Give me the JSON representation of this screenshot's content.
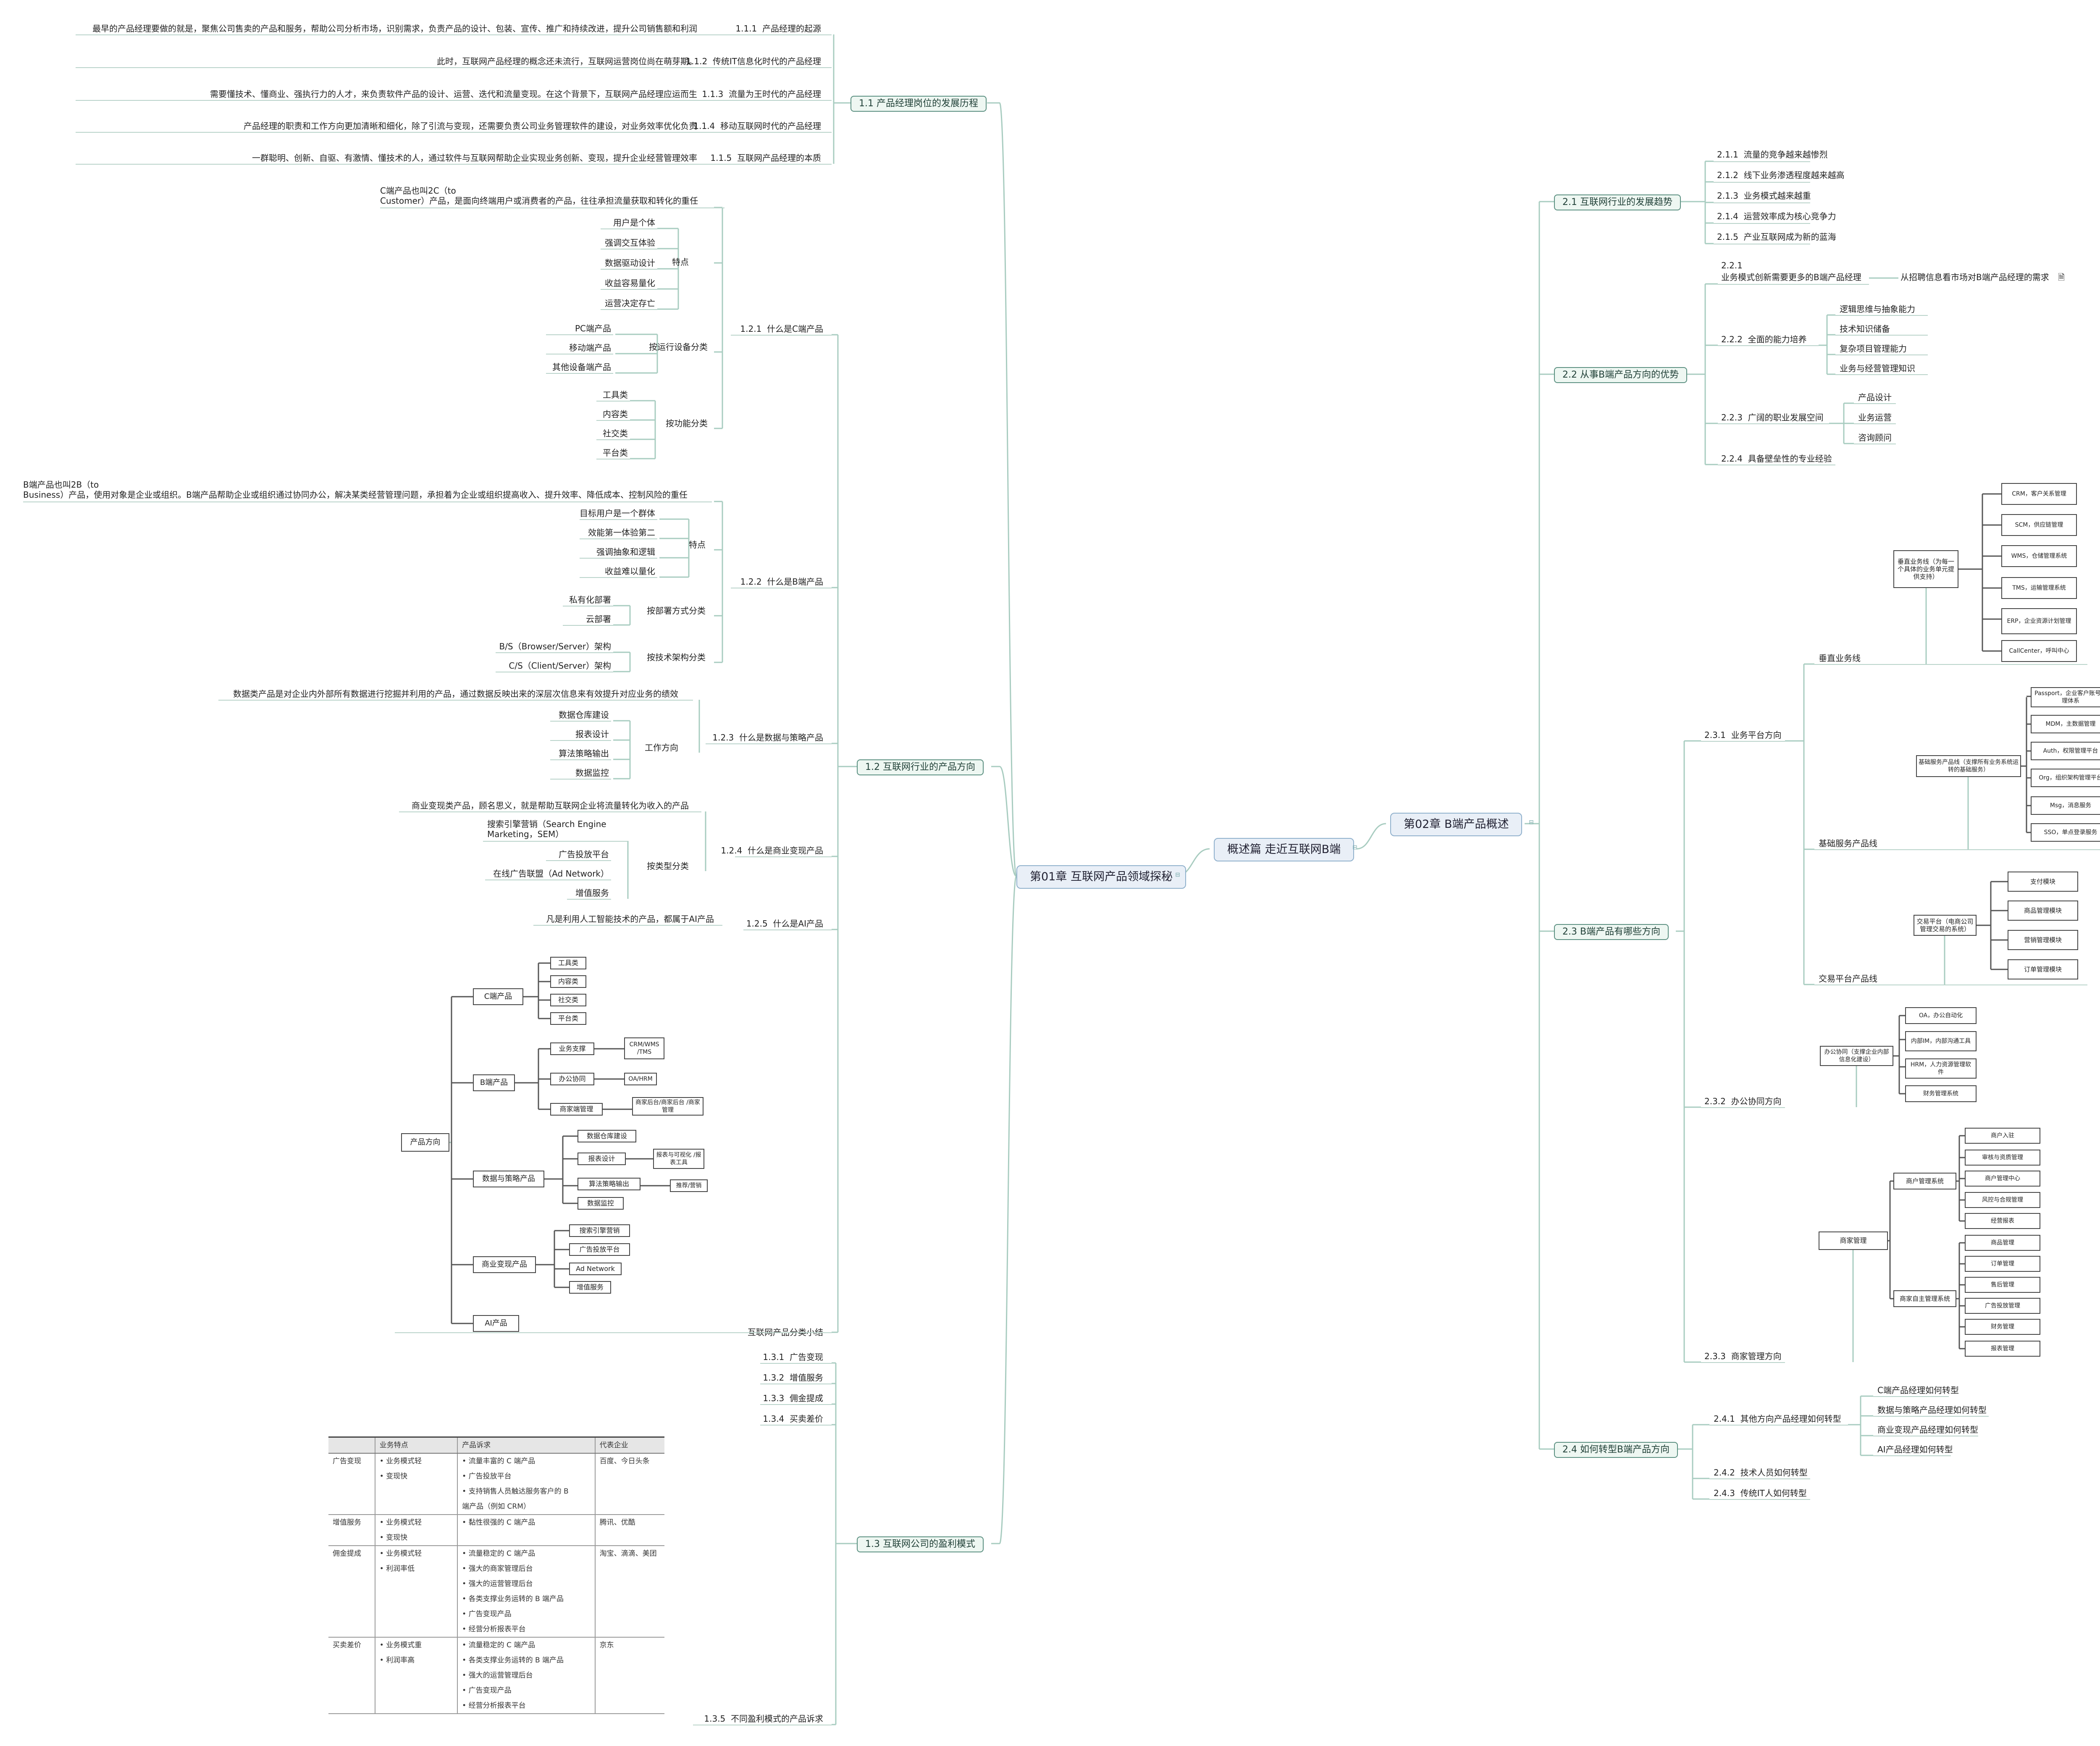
{
  "center": {
    "ch1": "第01章 互联网产品领域探秘",
    "root": "概述篇 走近互联网B端",
    "ch2": "第02章 B端产品概述"
  },
  "ch1": {
    "s11": "1.1  产品经理岗位的发展历程",
    "s111": "1.1.1  产品经理的起源",
    "s111d": "最早的产品经理要做的就是，聚焦公司售卖的产品和服务，帮助公司分析市场，识别需求，负责产品的设计、包装、宣传、推广和持续改进，提升公司销售额和利润",
    "s112": "1.1.2  传统IT信息化时代的产品经理",
    "s112d": "此时，互联网产品经理的概念还未流行，互联网运营岗位尚在萌芽期。",
    "s113": "1.1.3  流量为王时代的产品经理",
    "s113d": "需要懂技术、懂商业、强执行力的人才，来负责软件产品的设计、运营、迭代和流量变现。在这个背景下，互联网产品经理应运而生",
    "s114": "1.1.4  移动互联网时代的产品经理",
    "s114d": "产品经理的职责和工作方向更加清晰和细化，除了引流与变现，还需要负责公司业务管理软件的建设，对业务效率优化负责",
    "s115": "1.1.5  互联网产品经理的本质",
    "s115d": "一群聪明、创新、自驱、有激情、懂技术的人，通过软件与互联网帮助企业实现业务创新、变现，提升企业经营管理效率",
    "s12": "1.2  互联网行业的产品方向",
    "s121": "1.2.1  什么是C端产品",
    "s121d": "C端产品也叫2C（to\nCustomer）产品，是面向终端用户或消费者的产品，往往承担流量获取和转化的重任",
    "c_feat": "特点",
    "c_f": [
      "用户是个体",
      "强调交互体验",
      "数据驱动设计",
      "收益容易量化",
      "运营决定存亡"
    ],
    "c_dev": "按运行设备分类",
    "c_d": [
      "PC端产品",
      "移动端产品",
      "其他设备端产品"
    ],
    "c_fun": "按功能分类",
    "c_u": [
      "工具类",
      "内容类",
      "社交类",
      "平台类"
    ],
    "s122": "1.2.2  什么是B端产品",
    "s122d": "B端产品也叫2B（to\nBusiness）产品，使用对象是企业或组织。B端产品帮助企业或组织通过协同办公，解决某类经营管理问题，承担着为企业或组织提高收入、提升效率、降低成本、控制风险的重任",
    "b_feat": "特点",
    "b_f": [
      "目标用户是一个群体",
      "效能第一体验第二",
      "强调抽象和逻辑",
      "收益难以量化"
    ],
    "b_dep": "按部署方式分类",
    "b_d": [
      "私有化部署",
      "云部署"
    ],
    "b_arc": "按技术架构分类",
    "b_a": [
      "B/S（Browser/Server）架构",
      "C/S（Client/Server）架构"
    ],
    "s123": "1.2.3  什么是数据与策略产品",
    "s123d": "数据类产品是对企业内外部所有数据进行挖掘并利用的产品，通过数据反映出来的深层次信息来有效提升对应业务的绩效",
    "d_work": "工作方向",
    "d_w": [
      "数据仓库建设",
      "报表设计",
      "算法策略输出",
      "数据监控"
    ],
    "s124": "1.2.4  什么是商业变现产品",
    "s124d": "商业变现类产品，顾名思义，就是帮助互联网企业将流量转化为收入的产品",
    "m_type": "按类型分类",
    "m_t": [
      "搜索引擎营销（Search Engine\nMarketing，SEM）",
      "广告投放平台",
      "在线广告联盟（Ad Network）",
      "增值服务"
    ],
    "s125": "1.2.5  什么是AI产品",
    "s125d": "凡是利用人工智能技术的产品，都属于AI产品",
    "summary": "互联网产品分类小结",
    "diagram": {
      "root": "产品方向",
      "c": "C端产品",
      "c_items": [
        "工具类",
        "内容类",
        "社交类",
        "平台类"
      ],
      "b": "B端产品",
      "b_items": [
        "业务支撑",
        "办公协同",
        "商家端管理"
      ],
      "b_leaf": [
        "CRM/WMS\n/TMS",
        "OA/HRM",
        "商家后台/商家后台\n/商家管理"
      ],
      "d": "数据与策略产品",
      "d_items": [
        "数据仓库建设",
        "报表设计",
        "算法策略输出",
        "数据监控"
      ],
      "d_leaf": [
        "报表与可视化\n/报表工具",
        "推荐/营销"
      ],
      "m": "商业变现产品",
      "m_items": [
        "搜索引擎营销",
        "广告投放平台",
        "Ad Network",
        "增值服务"
      ],
      "ai": "AI产品"
    },
    "s13": "1.3  互联网公司的盈利模式",
    "s131": "1.3.1  广告变现",
    "s132": "1.3.2  增值服务",
    "s133": "1.3.3  佣金提成",
    "s134": "1.3.4  买卖差价",
    "s135": "1.3.5  不同盈利模式的产品诉求",
    "table": {
      "head": [
        "",
        "业务特点",
        "产品诉求",
        "代表企业"
      ],
      "rows": [
        {
          "name": "广告变现",
          "feat": [
            "•  业务模式轻",
            "•  变现快"
          ],
          "req": [
            "•  流量丰富的 C 端产品",
            "•  广告投放平台",
            "•  支持销售人员触达服务客户的 B",
            "    端产品（例如 CRM）"
          ],
          "ent": "百度、今日头条"
        },
        {
          "name": "增值服务",
          "feat": [
            "•  业务模式轻",
            "•  变现快"
          ],
          "req": [
            "•  黏性很强的 C 端产品"
          ],
          "ent": "腾讯、优酷"
        },
        {
          "name": "佣金提成",
          "feat": [
            "•  业务模式轻",
            "•  利润率低"
          ],
          "req": [
            "•  流量稳定的 C 端产品",
            "•  强大的商家管理后台",
            "•  强大的运营管理后台",
            "•  各类支撑业务运转的 B 端产品",
            "•  广告变现产品",
            "•  经营分析报表平台"
          ],
          "ent": "淘宝、滴滴、美团"
        },
        {
          "name": "买卖差价",
          "feat": [
            "•  业务模式重",
            "•  利润率高"
          ],
          "req": [
            "•  流量稳定的 C 端产品",
            "•  各类支撑业务运转的 B 端产品",
            "•  强大的运营管理后台",
            "•  广告变现产品",
            "•  经营分析报表平台"
          ],
          "ent": "京东"
        }
      ]
    }
  },
  "ch2": {
    "s21": "2.1  互联网行业的发展趋势",
    "s21_items": [
      "2.1.1  流量的竞争越来越惨烈",
      "2.1.2  线下业务渗透程度越来越高",
      "2.1.3  业务模式越来越重",
      "2.1.4  运营效率成为核心竞争力",
      "2.1.5  产业互联网成为新的蓝海"
    ],
    "s22": "2.2  从事B端产品方向的优势",
    "s221a": "2.2.1",
    "s221b": "业务模式创新需要更多的B端产品经理",
    "s221n": "从招聘信息看市场对B端产品经理的需求",
    "s222": "2.2.2  全面的能力培养",
    "s222_items": [
      "逻辑思维与抽象能力",
      "技术知识储备",
      "复杂项目管理能力",
      "业务与经营管理知识"
    ],
    "s223": "2.2.3  广阔的职业发展空间",
    "s223_items": [
      "产品设计",
      "业务运营",
      "咨询顾问"
    ],
    "s224": "2.2.4  具备壁垒性的专业经验",
    "s23": "2.3  B端产品有哪些方向",
    "s231": "2.3.1  业务平台方向",
    "vert": "垂直业务线",
    "vert_box": "垂直业务线（为每一个具体的业务单元提供支持）",
    "vert_items": [
      "CRM，客户关系管理",
      "SCM，供应链管理",
      "WMS，仓储管理系统",
      "TMS，运输管理系统",
      "ERP，企业资源计划管理",
      "CallCenter，呼叫中心"
    ],
    "base": "基础服务产品线",
    "base_box": "基础服务产品线（支撑所有业务系统运转的基础服务）",
    "base_items": [
      "Passport，企业客户账号管理体系",
      "MDM，主数据管理",
      "Auth，权限管理平台",
      "Org，组织架构管理平台",
      "Msg，消息服务",
      "SSO，单点登录服务"
    ],
    "trade": "交易平台产品线",
    "trade_box": "交易平台（电商公司管理交易的系统）",
    "trade_items": [
      "支付模块",
      "商品管理模块",
      "营销管理模块",
      "订单管理模块"
    ],
    "s232": "2.3.2  办公协同方向",
    "oa_box": "办公协同（支撑企业内部信息化建设）",
    "oa_items": [
      "OA，办公自动化",
      "内部IM，内部沟通工具",
      "HRM，人力资源管理软件",
      "财务管理系统"
    ],
    "s233": "2.3.3  商家管理方向",
    "mer": "商家管理",
    "mer_a": "商户管理系统",
    "mer_a_items": [
      "商户入驻",
      "审核与资质管理",
      "商户管理中心",
      "风控与合规管理",
      "经营报表"
    ],
    "mer_b": "商家自主管理系统",
    "mer_b_items": [
      "商品管理",
      "订单管理",
      "售后管理",
      "广告投放管理",
      "财务管理",
      "报表管理"
    ],
    "s24": "2.4  如何转型B端产品方向",
    "s241": "2.4.1  其他方向产品经理如何转型",
    "s241_items": [
      "C端产品经理如何转型",
      "数据与策略产品经理如何转型",
      "商业变现产品经理如何转型",
      "AI产品经理如何转型"
    ],
    "s242": "2.4.2  技术人员如何转型",
    "s243": "2.4.3  传统IT人如何转型"
  },
  "icons": {
    "note": "note-icon",
    "collapse": "collapse-minus-icon"
  },
  "colors": {
    "line": "#a8ccc0",
    "node_border": "#5a8f80",
    "major_fill": "#e9eff7"
  }
}
